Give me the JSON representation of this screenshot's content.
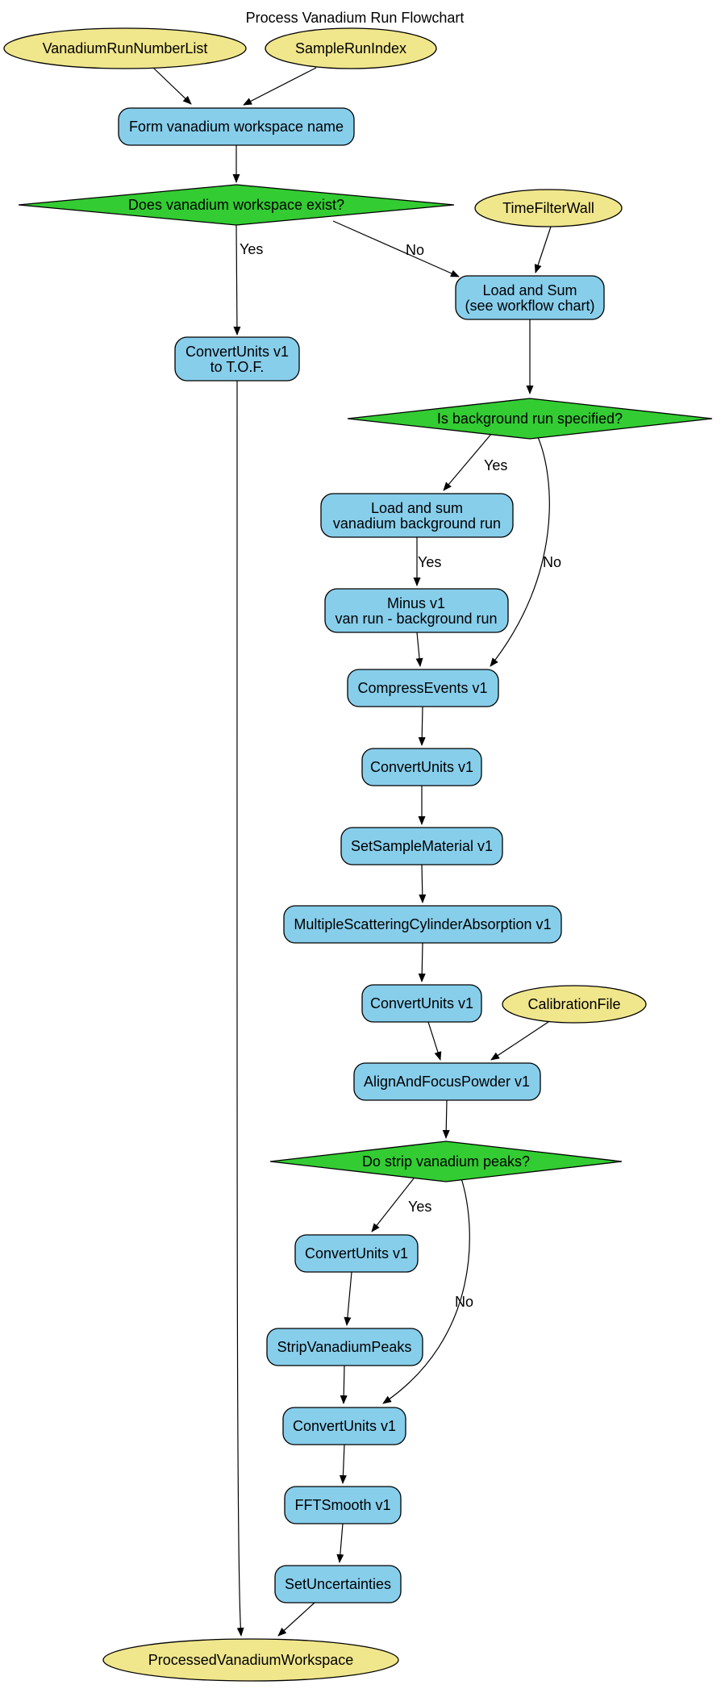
{
  "title": "Process Vanadium Run Flowchart",
  "colors": {
    "process_fill": "#87CEEB",
    "decision_fill": "#33CC33",
    "io_fill": "#F0E68C",
    "stroke": "#000000",
    "background": "#FFFFFF"
  },
  "nodes": {
    "vanadium_run_number_list": {
      "type": "input-ellipse",
      "label": "VanadiumRunNumberList"
    },
    "sample_run_index": {
      "type": "input-ellipse",
      "label": "SampleRunIndex"
    },
    "form_vanadium_workspace_name": {
      "type": "process",
      "label": "Form vanadium workspace name"
    },
    "does_vanadium_workspace_exist": {
      "type": "decision",
      "label": "Does vanadium workspace exist?"
    },
    "time_filter_wall": {
      "type": "input-ellipse",
      "label": "TimeFilterWall"
    },
    "load_and_sum": {
      "type": "process",
      "lines": [
        "Load and Sum",
        "(see workflow chart)"
      ]
    },
    "convert_units_tof": {
      "type": "process",
      "lines": [
        "ConvertUnits v1",
        "to T.O.F."
      ]
    },
    "is_background_run_specified": {
      "type": "decision",
      "label": "Is background run specified?"
    },
    "load_and_sum_vanadium_background_run": {
      "type": "process",
      "lines": [
        "Load and sum",
        "vanadium background run"
      ]
    },
    "minus": {
      "type": "process",
      "lines": [
        "Minus v1",
        "van run - background run"
      ]
    },
    "compress_events": {
      "type": "process",
      "label": "CompressEvents v1"
    },
    "convert_units_1": {
      "type": "process",
      "label": "ConvertUnits v1"
    },
    "set_sample_material": {
      "type": "process",
      "label": "SetSampleMaterial v1"
    },
    "multiple_scattering_cylinder_absorption": {
      "type": "process",
      "label": "MultipleScatteringCylinderAbsorption v1"
    },
    "convert_units_2": {
      "type": "process",
      "label": "ConvertUnits v1"
    },
    "calibration_file": {
      "type": "input-ellipse",
      "label": "CalibrationFile"
    },
    "align_and_focus_powder": {
      "type": "process",
      "label": "AlignAndFocusPowder v1"
    },
    "do_strip_vanadium_peaks": {
      "type": "decision",
      "label": "Do strip vanadium peaks?"
    },
    "convert_units_3": {
      "type": "process",
      "label": "ConvertUnits v1"
    },
    "strip_vanadium_peaks": {
      "type": "process",
      "label": "StripVanadiumPeaks"
    },
    "convert_units_4": {
      "type": "process",
      "label": "ConvertUnits v1"
    },
    "fft_smooth": {
      "type": "process",
      "label": "FFTSmooth v1"
    },
    "set_uncertainties": {
      "type": "process",
      "label": "SetUncertainties"
    },
    "processed_vanadium_workspace": {
      "type": "output-ellipse",
      "label": "ProcessedVanadiumWorkspace"
    }
  },
  "edges": [
    {
      "from": "vanadium_run_number_list",
      "to": "form_vanadium_workspace_name",
      "label": ""
    },
    {
      "from": "sample_run_index",
      "to": "form_vanadium_workspace_name",
      "label": ""
    },
    {
      "from": "form_vanadium_workspace_name",
      "to": "does_vanadium_workspace_exist",
      "label": ""
    },
    {
      "from": "does_vanadium_workspace_exist",
      "to": "convert_units_tof",
      "label": "Yes"
    },
    {
      "from": "does_vanadium_workspace_exist",
      "to": "load_and_sum",
      "label": "No"
    },
    {
      "from": "time_filter_wall",
      "to": "load_and_sum",
      "label": ""
    },
    {
      "from": "load_and_sum",
      "to": "is_background_run_specified",
      "label": ""
    },
    {
      "from": "is_background_run_specified",
      "to": "load_and_sum_vanadium_background_run",
      "label": "Yes"
    },
    {
      "from": "load_and_sum_vanadium_background_run",
      "to": "minus",
      "label": "Yes"
    },
    {
      "from": "is_background_run_specified",
      "to": "compress_events",
      "label": "No"
    },
    {
      "from": "minus",
      "to": "compress_events",
      "label": ""
    },
    {
      "from": "compress_events",
      "to": "convert_units_1",
      "label": ""
    },
    {
      "from": "convert_units_1",
      "to": "set_sample_material",
      "label": ""
    },
    {
      "from": "set_sample_material",
      "to": "multiple_scattering_cylinder_absorption",
      "label": ""
    },
    {
      "from": "multiple_scattering_cylinder_absorption",
      "to": "convert_units_2",
      "label": ""
    },
    {
      "from": "convert_units_2",
      "to": "align_and_focus_powder",
      "label": ""
    },
    {
      "from": "calibration_file",
      "to": "align_and_focus_powder",
      "label": ""
    },
    {
      "from": "align_and_focus_powder",
      "to": "do_strip_vanadium_peaks",
      "label": ""
    },
    {
      "from": "do_strip_vanadium_peaks",
      "to": "convert_units_3",
      "label": "Yes"
    },
    {
      "from": "convert_units_3",
      "to": "strip_vanadium_peaks",
      "label": ""
    },
    {
      "from": "do_strip_vanadium_peaks",
      "to": "convert_units_4",
      "label": "No"
    },
    {
      "from": "strip_vanadium_peaks",
      "to": "convert_units_4",
      "label": ""
    },
    {
      "from": "convert_units_4",
      "to": "fft_smooth",
      "label": ""
    },
    {
      "from": "fft_smooth",
      "to": "set_uncertainties",
      "label": ""
    },
    {
      "from": "set_uncertainties",
      "to": "processed_vanadium_workspace",
      "label": ""
    },
    {
      "from": "convert_units_tof",
      "to": "processed_vanadium_workspace",
      "label": ""
    }
  ]
}
